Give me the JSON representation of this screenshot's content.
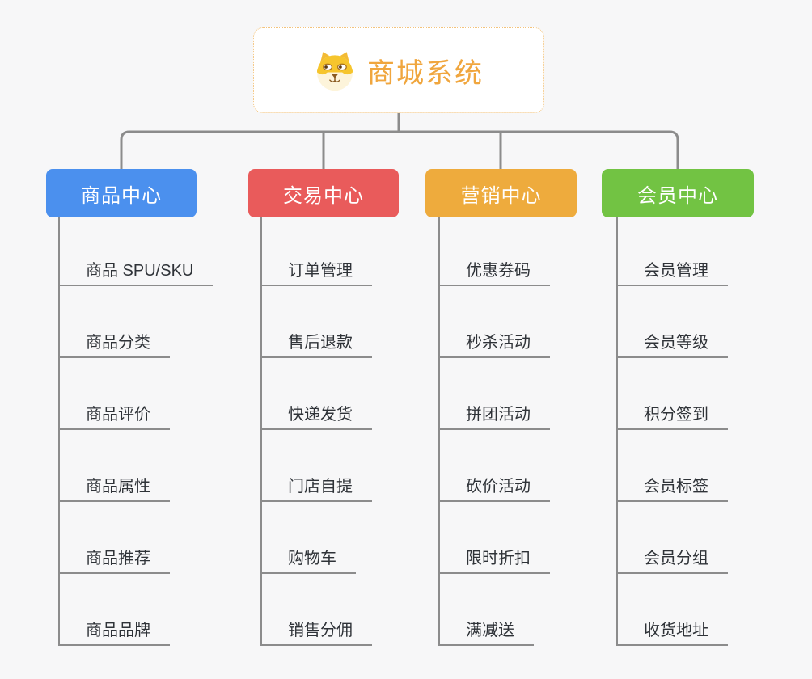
{
  "canvas": {
    "background": "#f7f7f8",
    "connector_color": "#8c8c8c"
  },
  "root": {
    "title": "商城系统",
    "title_color": "#f0a63e",
    "border_color": "#f3c37c",
    "icon": "dog-face-icon"
  },
  "branches": [
    {
      "label": "商品中心",
      "color": "#4b90ee",
      "children": [
        "商品 SPU/SKU",
        "商品分类",
        "商品评价",
        "商品属性",
        "商品推荐",
        "商品品牌"
      ]
    },
    {
      "label": "交易中心",
      "color": "#e95b5b",
      "children": [
        "订单管理",
        "售后退款",
        "快递发货",
        "门店自提",
        "购物车",
        "销售分佣"
      ]
    },
    {
      "label": "营销中心",
      "color": "#eeab3d",
      "children": [
        "优惠券码",
        "秒杀活动",
        "拼团活动",
        "砍价活动",
        "限时折扣",
        "满减送"
      ]
    },
    {
      "label": "会员中心",
      "color": "#72c343",
      "children": [
        "会员管理",
        "会员等级",
        "积分签到",
        "会员标签",
        "会员分组",
        "收货地址"
      ]
    }
  ]
}
